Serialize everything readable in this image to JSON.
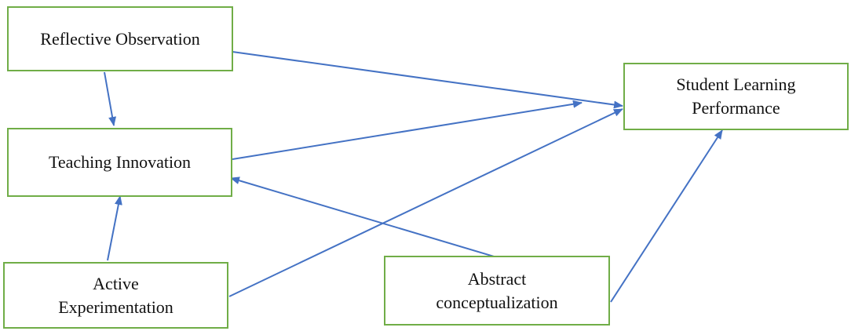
{
  "diagram": {
    "nodes": {
      "reflective_observation": {
        "label": "Reflective Observation"
      },
      "teaching_innovation": {
        "label": "Teaching Innovation"
      },
      "active_experimentation": {
        "label": "Active\nExperimentation"
      },
      "abstract_conceptualization": {
        "label": "Abstract\nconceptualization"
      },
      "student_learning_performance": {
        "label": "Student Learning\nPerformance"
      }
    },
    "edges": [
      {
        "from": "reflective_observation",
        "to": "teaching_innovation"
      },
      {
        "from": "active_experimentation",
        "to": "teaching_innovation"
      },
      {
        "from": "abstract_conceptualization",
        "to": "teaching_innovation"
      },
      {
        "from": "reflective_observation",
        "to": "student_learning_performance"
      },
      {
        "from": "teaching_innovation",
        "to": "student_learning_performance"
      },
      {
        "from": "active_experimentation",
        "to": "student_learning_performance"
      },
      {
        "from": "abstract_conceptualization",
        "to": "student_learning_performance"
      }
    ],
    "colors": {
      "box_border": "#70ad47",
      "arrow": "#4472c4"
    }
  }
}
